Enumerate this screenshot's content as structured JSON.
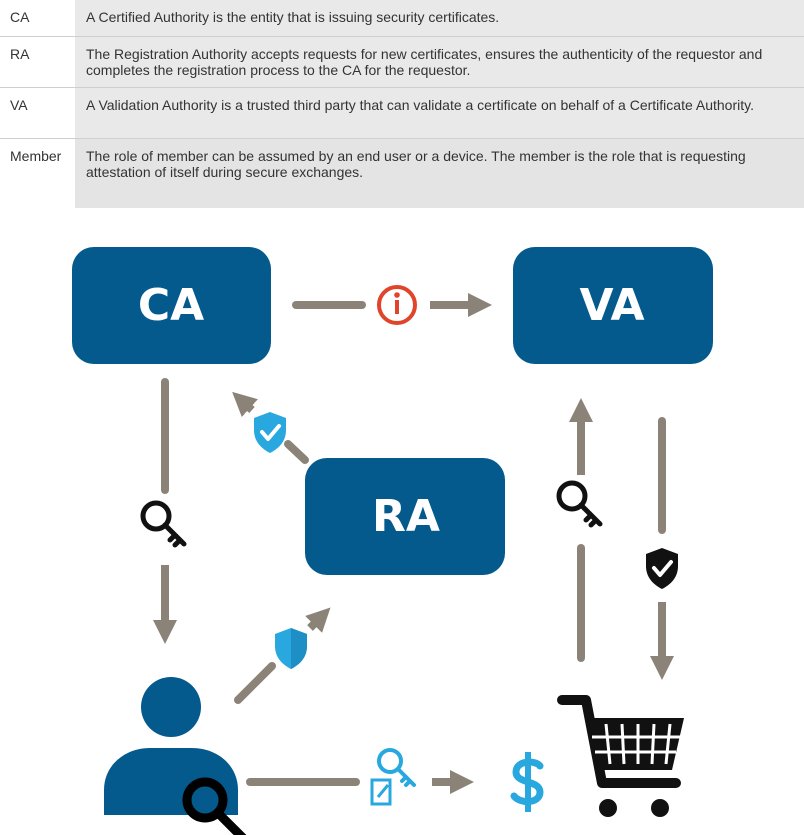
{
  "definitions": [
    {
      "term": "CA",
      "text": "A Certified Authority is the entity that is issuing security certificates."
    },
    {
      "term": "RA",
      "text": "The Registration Authority accepts requests for new certificates, ensures the authenticity of the requestor and completes the registration process to the CA for the requestor."
    },
    {
      "term": "VA",
      "text": "A Validation Authority is a trusted third party that can validate a certificate on behalf of a Certificate Authority."
    },
    {
      "term": "Member",
      "text": "The role of member can be assumed by an end user or a device. The member is the role that is requesting attestation of itself during secure exchanges."
    }
  ],
  "diagram": {
    "ca_label": "CA",
    "va_label": "VA",
    "ra_label": "RA",
    "colors": {
      "box": "#045a8d",
      "arrow": "#8c8378",
      "info": "#e0452c",
      "shield": "#29a8e0",
      "dollar": "#29a8e0",
      "icon_dark": "#111111"
    },
    "icons": [
      "info-icon",
      "key-icon",
      "shield-check-icon",
      "dollar-icon",
      "shopping-cart-icon",
      "user-icon",
      "certificate-edit-icon"
    ]
  }
}
